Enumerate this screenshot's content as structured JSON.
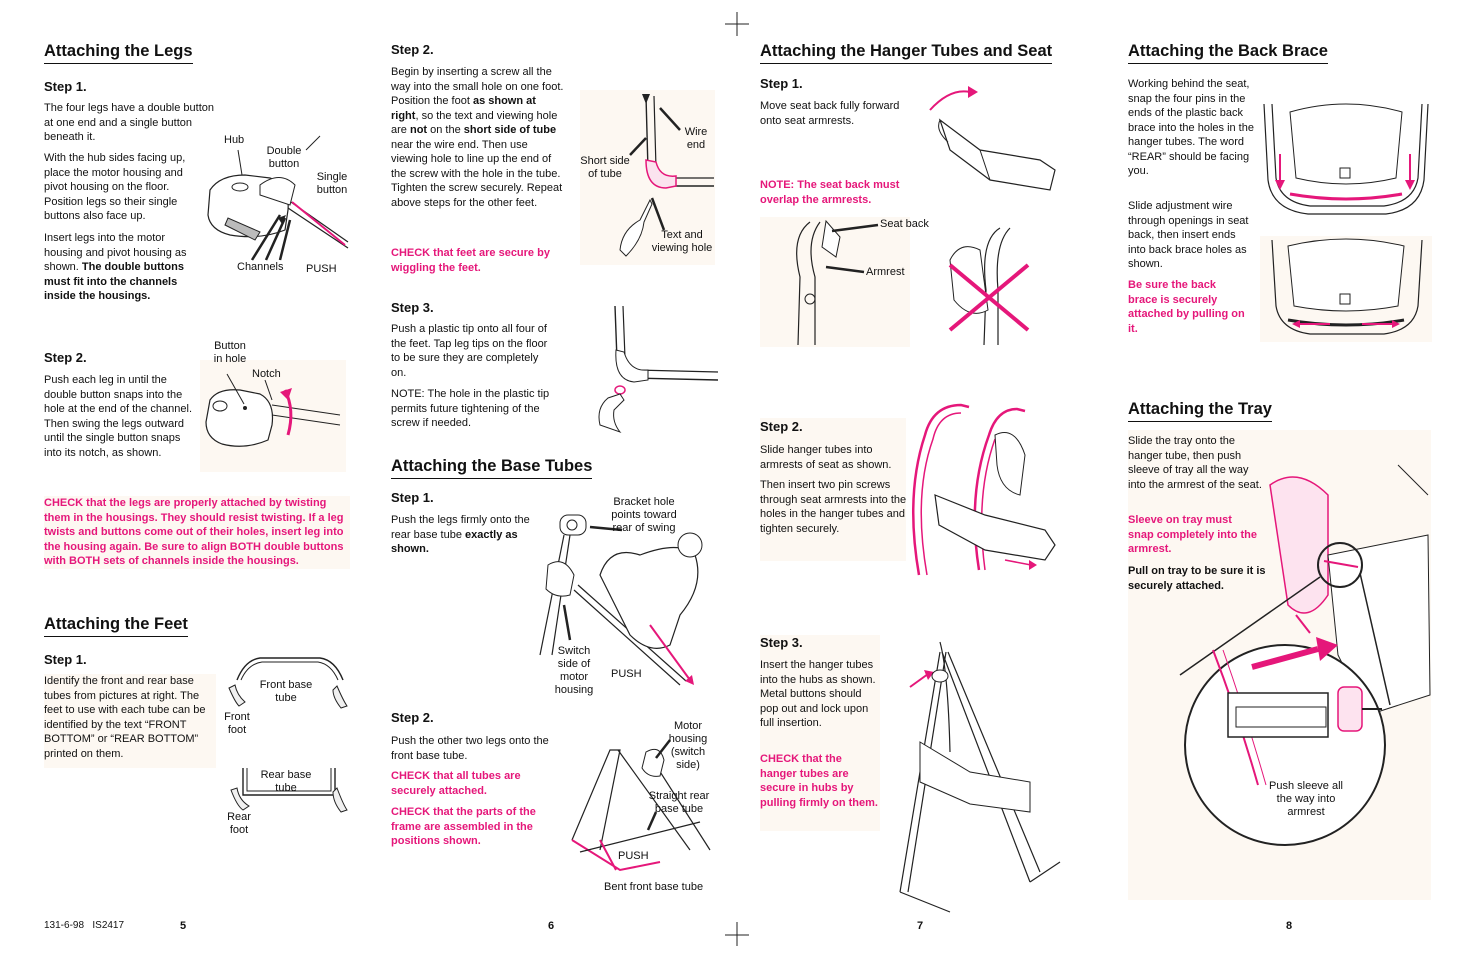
{
  "p5": {
    "legs": {
      "title": "Attaching the Legs",
      "step1": {
        "heading": "Step 1.",
        "para1": "The four legs have a double button at one end and a single button beneath it.",
        "para2": "With the hub sides facing up, place the motor housing and pivot housing on the floor. Position legs so their single buttons also face up.",
        "para3": "Insert legs into the motor housing and pivot housing as shown.",
        "para3_bold": "The double buttons must fit into the channels inside the housings.",
        "labels": {
          "hub": "Hub",
          "double_button": "Double button",
          "single_button": "Single button",
          "channels": "Channels",
          "push": "PUSH"
        }
      },
      "step2": {
        "heading": "Step 2.",
        "para": "Push each leg in until the double button snaps into the hole at the end of the channel. Then swing the legs outward until the single button snaps into its notch, as shown.",
        "labels": {
          "button_in_hole": "Button in hole",
          "notch": "Notch"
        }
      },
      "check": "CHECK that the legs are properly attached by twisting them in the housings. They should resist twisting. If a leg twists and buttons come out of their holes, insert leg into the housing again. Be sure to align BOTH double buttons with BOTH sets of channels inside the housings."
    },
    "feet": {
      "title": "Attaching the Feet",
      "step1": {
        "heading": "Step 1.",
        "para": "Identify the front and rear base tubes from pictures at right. The feet to use with each tube can be identified by the text “FRONT BOTTOM” or “REAR BOTTOM” printed on them.",
        "labels": {
          "front_base_tube": "Front base tube",
          "front_foot": "Front foot",
          "rear_base_tube": "Rear base tube",
          "rear_foot": "Rear foot"
        }
      }
    },
    "footer_code": "131-6-98   IS2417",
    "page_number": "5"
  },
  "p6": {
    "step2": {
      "heading": "Step 2.",
      "text_a": "Begin by inserting a screw all the way into the small hole on one foot. Position the foot ",
      "text_b": "as shown at right",
      "text_c": ", so the text and viewing hole are ",
      "text_d": "not",
      "text_e": " on the ",
      "text_f": "short side of tube",
      "text_g": " near the wire end. Then use viewing hole to line up the end of the screw with the hole in the tube. Tighten the screw securely. Repeat above steps for the other feet.",
      "check": "CHECK that feet are secure by wiggling the feet.",
      "labels": {
        "wire_end": "Wire end",
        "short_side": "Short side of tube",
        "text_viewing_hole": "Text and viewing hole"
      }
    },
    "step3": {
      "heading": "Step 3.",
      "para1": "Push a plastic tip onto all four of the feet. Tap leg tips on the floor to be sure they are completely on.",
      "para2": "NOTE: The hole in the plastic tip permits future tightening of the screw if needed."
    },
    "base_tubes": {
      "title": "Attaching the Base Tubes",
      "step1": {
        "heading": "Step 1.",
        "para": "Push the legs firmly onto the rear base tube",
        "para_bold": "exactly as shown.",
        "labels": {
          "bracket_hole": "Bracket hole points toward rear of swing",
          "switch_side": "Switch side of motor housing",
          "push": "PUSH"
        }
      },
      "step2": {
        "heading": "Step 2.",
        "para": "Push the other two legs onto the front base tube.",
        "check1": "CHECK that all tubes are securely attached.",
        "check2": "CHECK that the parts of the frame are assembled in the positions shown.",
        "labels": {
          "motor_housing": "Motor housing (switch side)",
          "straight_rear": "Straight rear base tube",
          "push": "PUSH",
          "bent_front": "Bent front base tube"
        }
      }
    },
    "page_number": "6"
  },
  "p7": {
    "title": "Attaching the Hanger Tubes and Seat",
    "step1": {
      "heading": "Step 1.",
      "para": "Move seat back fully forward onto seat armrests.",
      "note": "NOTE: The seat back must overlap the armrests.",
      "labels": {
        "seat_back": "Seat back",
        "armrest": "Armrest"
      }
    },
    "step2": {
      "heading": "Step 2.",
      "para1": "Slide hanger tubes into armrests of seat as shown.",
      "para2": "Then insert two pin screws through seat armrests into the holes in the hanger tubes and tighten securely."
    },
    "step3": {
      "heading": "Step 3.",
      "para": "Insert the hanger tubes into the hubs as shown. Metal buttons should pop out and lock upon full insertion.",
      "check": "CHECK that the hanger tubes are secure in hubs by pulling firmly on them."
    },
    "page_number": "7"
  },
  "p8": {
    "back_brace": {
      "title": "Attaching the Back Brace",
      "para1": "Working behind the seat, snap the four pins in the ends of the plastic back brace into the holes in the hanger tubes. The word “REAR” should be facing you.",
      "para2": "Slide adjustment wire through openings in seat back, then insert ends into back brace holes as shown.",
      "check": "Be sure the back brace is securely attached by pulling on it."
    },
    "tray": {
      "title": "Attaching the Tray",
      "para": "Slide the tray onto the hanger tube, then push sleeve of tray all the way into the armrest of the seat.",
      "check": "Sleeve on tray must snap completely into the armrest.",
      "pull": "Pull on tray to be sure it is securely attached.",
      "labels": {
        "push_sleeve": "Push sleeve all the way into armrest"
      }
    },
    "page_number": "8"
  },
  "colors": {
    "accent": "#e5177a",
    "cream": "#fdf8f2",
    "ink": "#111111"
  }
}
